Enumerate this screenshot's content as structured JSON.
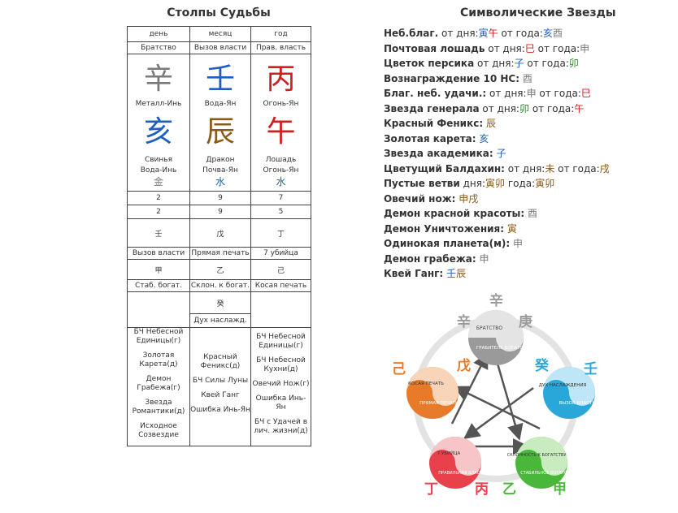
{
  "pillars": {
    "title": "Столпы Судьбы",
    "headers": [
      "день",
      "месяц",
      "год"
    ],
    "gods_top": [
      "Братство",
      "Вызов власти",
      "Прав. власть"
    ],
    "stems": [
      {
        "char": "辛",
        "label": "Металл-Инь"
      },
      {
        "char": "壬",
        "label": "Вода-Ян"
      },
      {
        "char": "丙",
        "label": "Огонь-Ян"
      }
    ],
    "branches": [
      {
        "char": "亥",
        "label1": "Свинья",
        "label2": "Вода-Инь",
        "hidden": "金"
      },
      {
        "char": "辰",
        "label1": "Дракон",
        "label2": "Почва-Ян",
        "hidden": "水"
      },
      {
        "char": "午",
        "label1": "Лошадь",
        "label2": "Огонь-Ян",
        "hidden": "水"
      }
    ],
    "num_row1": [
      "2",
      "9",
      "7"
    ],
    "num_row2": [
      "2",
      "9",
      "5"
    ],
    "hidden_stems1": [
      "壬",
      "戊",
      "丁"
    ],
    "hidden_gods1": [
      "Вызов власти",
      "Прямая печать",
      "7 убийца"
    ],
    "hidden_stems2": [
      "甲",
      "乙",
      "己"
    ],
    "hidden_gods2": [
      "Стаб. богат.",
      "Склон. к богат.",
      "Косая печать"
    ],
    "hidden_stems3": [
      "",
      "癸",
      ""
    ],
    "hidden_gods3": [
      "",
      "Дух наслажд.",
      ""
    ],
    "stars_col1": [
      "БЧ Небесной Единицы(г)",
      "Золотая Карета(д)",
      "Демон Грабежа(г)",
      "Звезда Романтики(д)",
      "Исходное Созвездие"
    ],
    "stars_col2": [
      "Красный Феникс(д)",
      "БЧ Силы Луны",
      "Квей Ганг",
      "Ошибка Инь-Ян"
    ],
    "stars_col3": [
      "БЧ Небесной Единицы(г)",
      "БЧ Небесной Кухни(д)",
      "Овечий Нож(г)",
      "Ошибка Инь-Ян",
      "БЧ с Удачей в лич. жизни(д)"
    ]
  },
  "symbolic": {
    "title": "Символические Звезды",
    "rows": [
      {
        "name": "Неб.благ.",
        "t1": " от дня:",
        "h1": "寅午",
        "t2": " от года:",
        "h2": "亥酉"
      },
      {
        "name": "Почтовая лошадь",
        "t1": " от дня:",
        "h1": "巳",
        "t2": " от года:",
        "h2": "申"
      },
      {
        "name": "Цветок персика",
        "t1": " от дня:",
        "h1": "子",
        "t2": " от года:",
        "h2": "卯"
      },
      {
        "name": "Вознаграждение 10 НС:",
        "t1": " ",
        "h1": "酉",
        "t2": "",
        "h2": ""
      },
      {
        "name": "Благ. неб. удачи.:",
        "t1": " от дня:",
        "h1": "申",
        "t2": " от года:",
        "h2": "巳"
      },
      {
        "name": "Звезда генерала",
        "t1": " от дня:",
        "h1": "卯",
        "t2": " от года:",
        "h2": "午"
      },
      {
        "name": "Красный Феникс:",
        "t1": " ",
        "h1": "辰",
        "t2": "",
        "h2": ""
      },
      {
        "name": "Золотая карета:",
        "t1": " ",
        "h1": "亥",
        "t2": "",
        "h2": ""
      },
      {
        "name": "Звезда академика:",
        "t1": " ",
        "h1": "子",
        "t2": "",
        "h2": ""
      },
      {
        "name": "Цветущий Балдахин:",
        "t1": " от дня:",
        "h1": "未",
        "t2": " от года:",
        "h2": "戌"
      },
      {
        "name": "Пустые ветви",
        "t1": " дня:",
        "h1": "寅卯",
        "t2": " года:",
        "h2": "寅卯"
      },
      {
        "name": "Овечий нож:",
        "t1": " ",
        "h1": "申戌",
        "t2": "",
        "h2": ""
      },
      {
        "name": "Демон красной красоты:",
        "t1": " ",
        "h1": "酉",
        "t2": "",
        "h2": ""
      },
      {
        "name": "Демон Уничтожения:",
        "t1": " ",
        "h1": "寅",
        "t2": "",
        "h2": ""
      },
      {
        "name": "Одинокая планета(м):",
        "t1": " ",
        "h1": "申",
        "t2": "",
        "h2": ""
      },
      {
        "name": "Демон грабежа:",
        "t1": " ",
        "h1": "申",
        "t2": "",
        "h2": ""
      },
      {
        "name": "Квей Ганг:",
        "t1": " ",
        "h1": "壬辰",
        "t2": "",
        "h2": ""
      }
    ]
  },
  "diagram": {
    "outer_chars": {
      "top_l": "辛",
      "top_r": "庚",
      "left_a": "己",
      "left_b": "戊",
      "right_a": "癸",
      "right_b": "壬",
      "bot_l_a": "丁",
      "bot_l_b": "丙",
      "bot_r_a": "乙",
      "bot_r_b": "甲"
    },
    "circles": {
      "metal": {
        "top": "БРАТСТВО",
        "bottom": "ГРАБИТЕЛЬ БОГАТСТВА"
      },
      "water": {
        "top": "ДУХ НАСЛАЖДЕНИЯ",
        "bottom": "ВЫЗОВ ВЛАСТИ"
      },
      "wood": {
        "top": "СКЛОННОСТЬ К БОГАТСТВУ",
        "bottom": "СТАБИЛЬНОЕ БОГАТСТВО"
      },
      "fire": {
        "top": "7 УБИЙЦА",
        "bottom": "ПРАВИЛЬНАЯ ВЛАСТЬ"
      },
      "earth": {
        "top": "КОСАЯ ПЕЧАТЬ",
        "bottom": "ПРЯМАЯ ПЕЧАТЬ"
      }
    },
    "colors": {
      "metal": "#9a9a9a",
      "water": "#2aa7d9",
      "wood": "#49b83a",
      "fire": "#e8414b",
      "earth": "#e87b2a"
    }
  }
}
